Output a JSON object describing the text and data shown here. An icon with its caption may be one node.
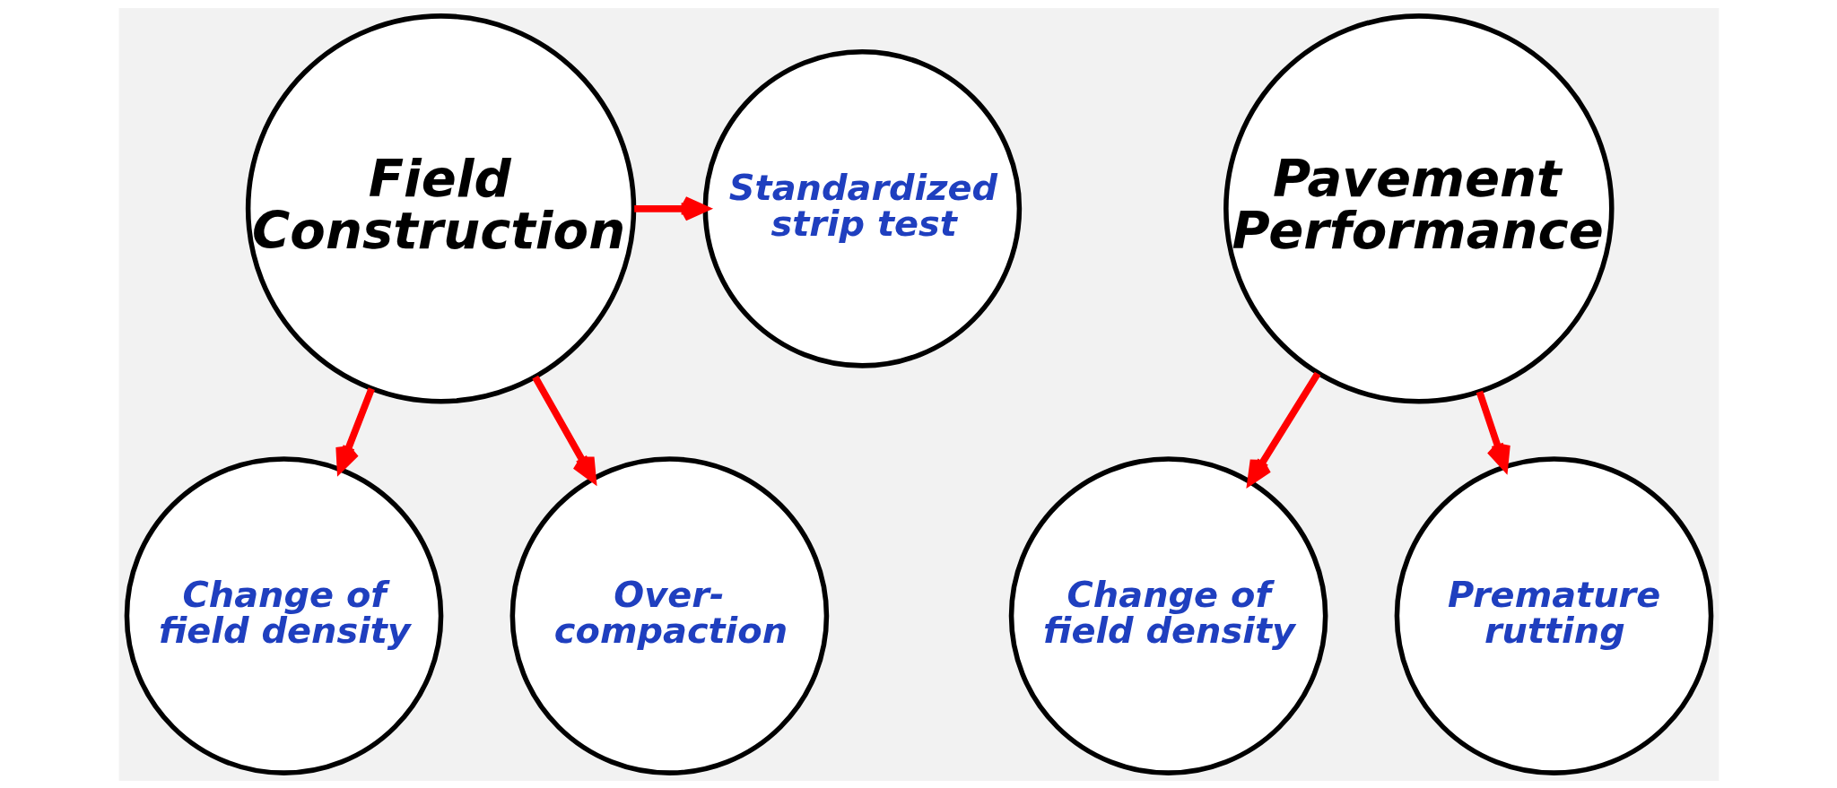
{
  "diagram": {
    "nodes": [
      {
        "text": [
          "Field Construction"
        ]
      },
      {
        "text": [
          "Standardized strip test"
        ]
      },
      {
        "text": [
          "Change of field density"
        ]
      },
      {
        "text": [
          "Over-compaction"
        ]
      },
      {
        "text": [
          "Pavement Performance"
        ]
      },
      {
        "text": [
          "Change of field density"
        ]
      },
      {
        "text": [
          "Premature rutting"
        ]
      }
    ],
    "edges": [
      {
        "from": 0,
        "to": 1,
        "arrow": "to"
      },
      {
        "from": 0,
        "to": 2,
        "arrow": "to"
      },
      {
        "from": 0,
        "to": 3,
        "arrow": "to"
      },
      {
        "from": 4,
        "to": 5,
        "arrow": "to"
      },
      {
        "from": 4,
        "to": 6,
        "arrow": "to"
      }
    ]
  }
}
